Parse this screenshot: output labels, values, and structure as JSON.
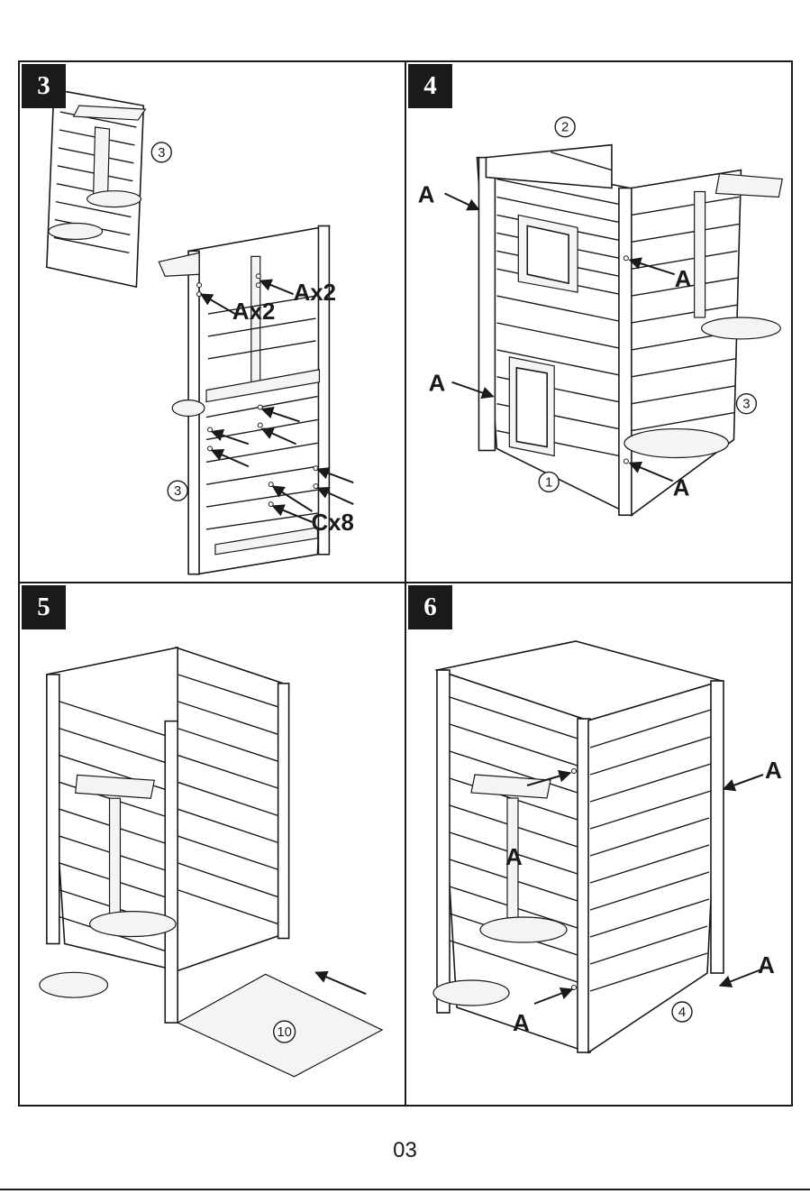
{
  "page_number": "03",
  "steps": [
    {
      "badge": "3",
      "callouts": [
        "Ax2",
        "Ax2",
        "Cx8"
      ],
      "parts": [
        "3",
        "3"
      ]
    },
    {
      "badge": "4",
      "callouts": [
        "A",
        "A",
        "A",
        "A"
      ],
      "parts": [
        "2",
        "3",
        "1"
      ]
    },
    {
      "badge": "5",
      "callouts": [],
      "parts": [
        "10"
      ]
    },
    {
      "badge": "6",
      "callouts": [
        "A",
        "A",
        "A",
        "A"
      ],
      "parts": [
        "4"
      ]
    }
  ]
}
